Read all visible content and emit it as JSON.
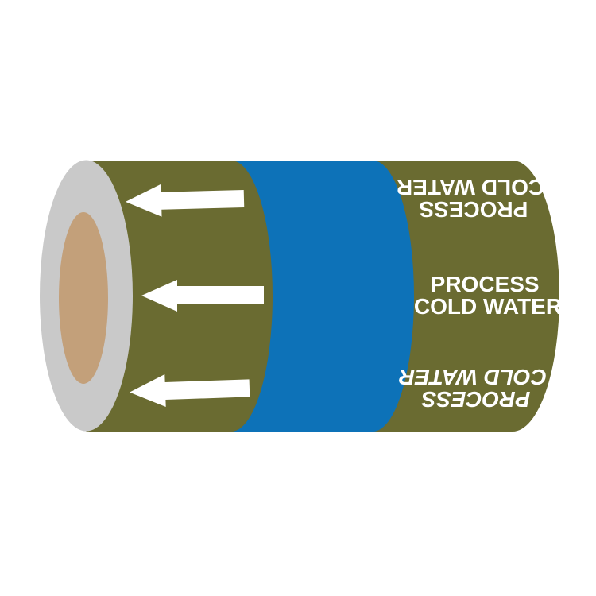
{
  "marker": {
    "texts": [
      {
        "position": "top",
        "orientation": "upside-down",
        "style": "normal",
        "line1": "PROCESS",
        "line2": "COLD WATER"
      },
      {
        "position": "middle",
        "orientation": "upright",
        "style": "normal",
        "line1": "PROCESS",
        "line2": "COLD WATER"
      },
      {
        "position": "bottom",
        "orientation": "upside-down",
        "style": "italic",
        "line1": "PROCESS",
        "line2": "COLD WATER"
      }
    ],
    "arrows": {
      "count": 3,
      "direction": "left",
      "icon": "left-arrow-icon"
    }
  },
  "colors": {
    "background": "#FFFFFF",
    "tape_olive": "#6A6B31",
    "band_blue": "#0D72B8",
    "pipe_end_gray": "#C9C9C9",
    "pipe_bore_tan": "#C3A07A",
    "text_and_arrows": "#FFFFFF"
  }
}
